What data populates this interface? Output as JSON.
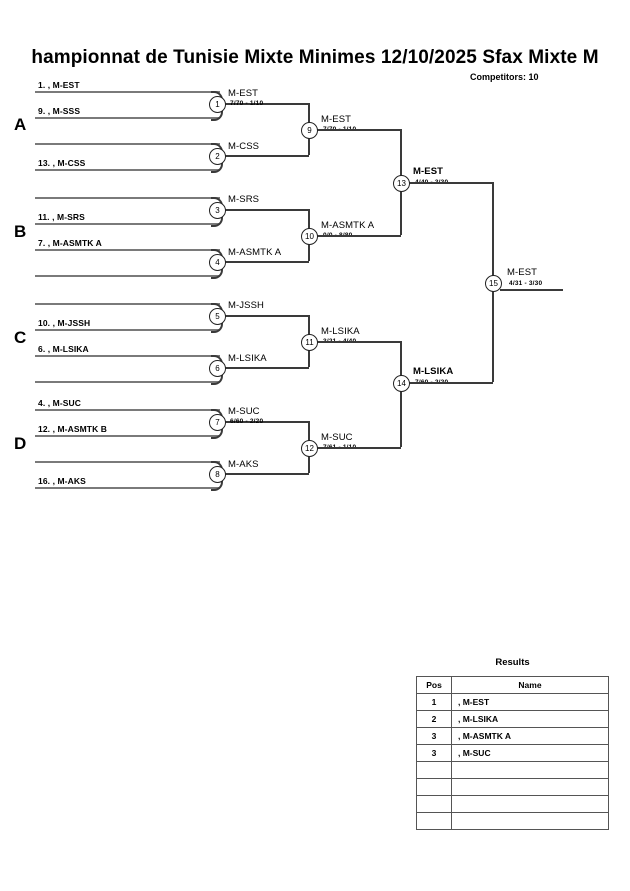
{
  "header": {
    "title": "hampionnat de Tunisie Mixte Minimes  12/10/2025  Sfax   Mixte M",
    "competitors": "Competitors: 10"
  },
  "groups": [
    {
      "letter": "A"
    },
    {
      "letter": "B"
    },
    {
      "letter": "C"
    },
    {
      "letter": "D"
    }
  ],
  "seeds": [
    {
      "label": "1. , M-EST"
    },
    {
      "label": "9. , M-SSS"
    },
    {
      "label": "13. , M-CSS"
    },
    {
      "label": "11. , M-SRS"
    },
    {
      "label": "7. , M-ASMTK A"
    },
    {
      "label": "10. , M-JSSH"
    },
    {
      "label": "6. , M-LSIKA"
    },
    {
      "label": "4. , M-SUC"
    },
    {
      "label": "12. , M-ASMTK B"
    },
    {
      "label": "16. , M-AKS"
    }
  ],
  "matches": [
    {
      "num": "1",
      "winner": "M-EST",
      "score": "7/70 - 1/10",
      "bold": false
    },
    {
      "num": "2",
      "winner": "M-CSS",
      "score": "",
      "bold": false
    },
    {
      "num": "3",
      "winner": "M-SRS",
      "score": "",
      "bold": false
    },
    {
      "num": "4",
      "winner": "M-ASMTK A",
      "score": "",
      "bold": false
    },
    {
      "num": "5",
      "winner": "M-JSSH",
      "score": "",
      "bold": false
    },
    {
      "num": "6",
      "winner": "M-LSIKA",
      "score": "",
      "bold": false
    },
    {
      "num": "7",
      "winner": "M-SUC",
      "score": "6/60 - 2/20",
      "bold": false
    },
    {
      "num": "8",
      "winner": "M-AKS",
      "score": "",
      "bold": false
    },
    {
      "num": "9",
      "winner": "M-EST",
      "score": "7/70 - 1/10",
      "bold": false
    },
    {
      "num": "10",
      "winner": "M-ASMTK A",
      "score": "0/0 - 8/80",
      "bold": false
    },
    {
      "num": "11",
      "winner": "M-LSIKA",
      "score": "3/21 - 4/40",
      "bold": false
    },
    {
      "num": "12",
      "winner": "M-SUC",
      "score": "7/61 - 1/10",
      "bold": false
    },
    {
      "num": "13",
      "winner": "M-EST",
      "score": "4/40 - 3/30",
      "bold": true
    },
    {
      "num": "14",
      "winner": "M-LSIKA",
      "score": "7/60 - 2/20",
      "bold": true
    },
    {
      "num": "15",
      "winner": "M-EST",
      "score": "4/31 - 3/30",
      "bold": false
    }
  ],
  "results": {
    "title": "Results",
    "columns": [
      "Pos",
      "Name"
    ],
    "rows": [
      {
        "pos": "1",
        "name": ", M-EST"
      },
      {
        "pos": "2",
        "name": ", M-LSIKA"
      },
      {
        "pos": "3",
        "name": ", M-ASMTK A"
      },
      {
        "pos": "3",
        "name": ", M-SUC"
      },
      {
        "pos": "",
        "name": ""
      },
      {
        "pos": "",
        "name": ""
      },
      {
        "pos": "",
        "name": ""
      },
      {
        "pos": "",
        "name": ""
      }
    ]
  }
}
